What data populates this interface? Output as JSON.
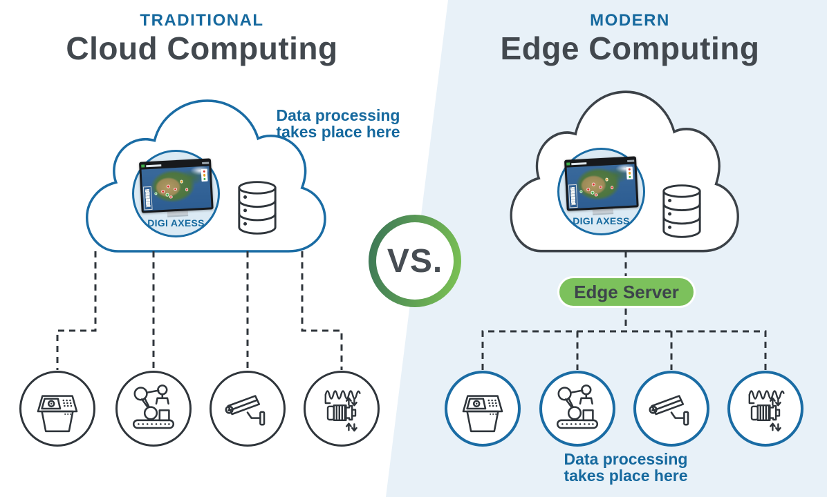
{
  "left": {
    "kicker": "TRADITIONAL",
    "title": "Cloud Computing",
    "note_line1": "Data processing",
    "note_line2": "takes place here",
    "monitor_brand": "DIGI AXESS"
  },
  "center": {
    "vs_label": "VS."
  },
  "right": {
    "kicker": "MODERN",
    "title": "Edge Computing",
    "edge_server_label": "Edge Server",
    "note_line1": "Data processing",
    "note_line2": "takes place here",
    "monitor_brand": "DIGI AXESS"
  },
  "icons": {
    "cloud_left": "cloud-outline-icon",
    "cloud_right": "cloud-outline-icon",
    "database": "database-icon",
    "monitor": "map-dashboard-monitor-icon",
    "devices": [
      "industrial-terminal-icon",
      "robotic-arm-icon",
      "cctv-camera-icon",
      "vibration-motor-icon"
    ]
  },
  "colors": {
    "accent_blue": "#16699e",
    "heading_gray": "#42484e",
    "cloud_blue_stroke": "#1a6ca4",
    "cloud_gray_stroke": "#3c4248",
    "edge_server_green": "#7cc15c",
    "vs_ring_gradient_start": "#3a7457",
    "vs_ring_gradient_end": "#7ec553",
    "right_background": "#e8f1f8",
    "line_dark": "#2f353b"
  }
}
